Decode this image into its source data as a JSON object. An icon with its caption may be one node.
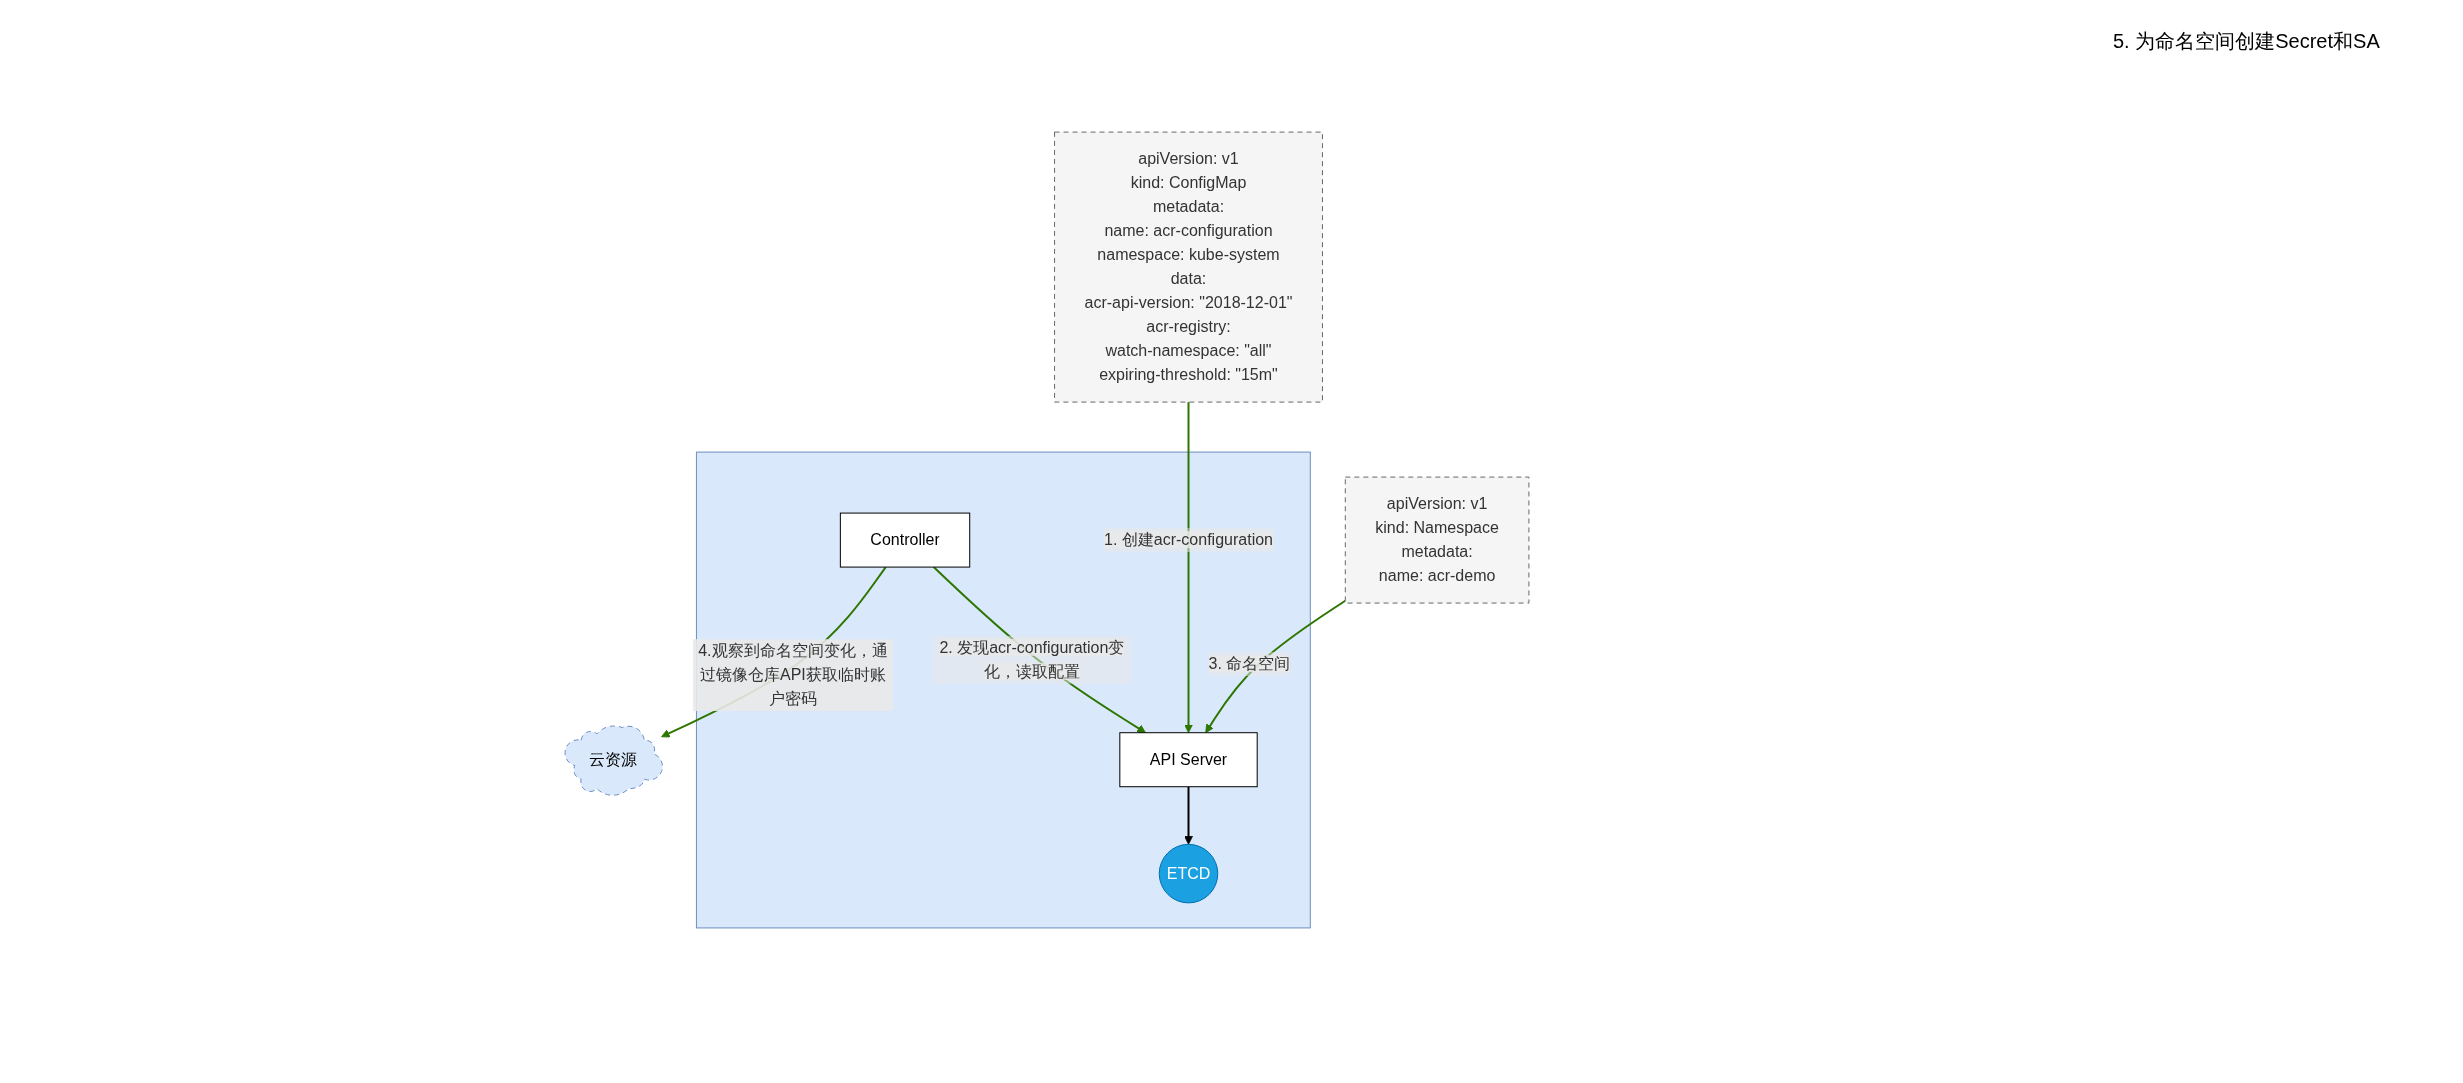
{
  "diagram": {
    "nodes": [
      {
        "text": [
          "云资源"
        ]
      },
      {
        "text": [],
        "shape": "box"
      },
      {
        "text": [
          "Controller"
        ],
        "in": 1
      },
      {
        "text": [
          "API Server"
        ],
        "in": 1
      },
      {
        "text": [
          "ETCD"
        ],
        "in": 1
      },
      {
        "text": [
          "apiVersion: v1",
          "kind: ConfigMap",
          "metadata:",
          "name: acr-configuration",
          "namespace: kube-system",
          "data:",
          "acr-api-version: \"2018-12-01\"",
          "acr-registry:",
          "watch-namespace: \"all\"",
          "expiring-threshold: \"15m\""
        ]
      },
      {
        "text": [
          "apiVersion: v1",
          "kind: Namespace",
          "metadata:",
          "name: acr-demo"
        ]
      }
    ],
    "edges": [
      {
        "from": 2,
        "to": 0,
        "arrow": "to",
        "label": "4.观察到命名空间变化，通过镜像仓库API获取临时账户密码"
      },
      {
        "from": 2,
        "to": 3,
        "arrow": "to",
        "label": "2. 发现acr-configuration变化，读取配置"
      },
      {
        "from": 5,
        "to": 3,
        "arrow": "to",
        "label": "1. 创建acr-configuration"
      },
      {
        "from": 6,
        "to": 3,
        "arrow": "to",
        "label": "3. 命名空间"
      },
      {
        "from": 3,
        "to": 4,
        "arrow": "to",
        "color": "#000000"
      }
    ],
    "labels": [
      "5. 为命名空间创建Secret和SA"
    ]
  }
}
